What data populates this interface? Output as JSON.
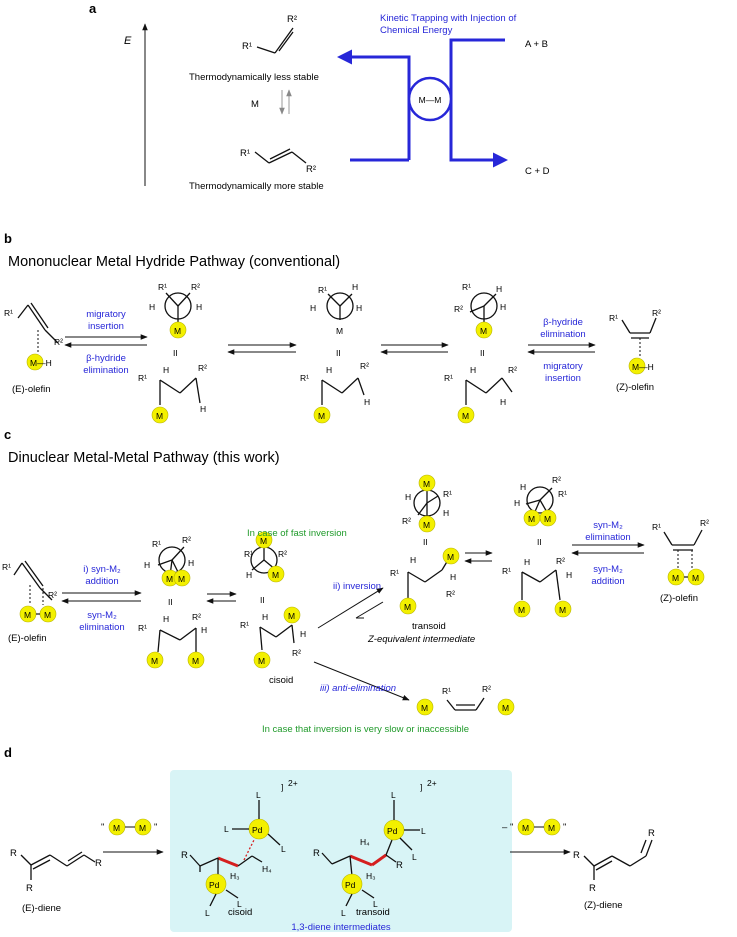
{
  "panel_a": {
    "letter": "a",
    "energy_axis": "E",
    "less_stable": "Thermodynamically less stable",
    "more_stable": "Thermodynamically more stable",
    "metal": "M",
    "kinetic_line1": "Kinetic Trapping with Injection of",
    "kinetic_line2": "Chemical Energy",
    "reactants": "A + B",
    "products": "C + D",
    "catalyst": "M—M",
    "r1": "R¹",
    "r2": "R²"
  },
  "panel_b": {
    "letter": "b",
    "heading": "Mononuclear Metal Hydride Pathway (conventional)",
    "e_olefin": "(E)-olefin",
    "z_olefin": "(Z)-olefin",
    "migratory_insertion_1": "migratory",
    "migratory_insertion_2": "insertion",
    "beta_elim_1": "β-hydride",
    "beta_elim_2": "elimination",
    "mh": "M—H",
    "equals": "II"
  },
  "panel_c": {
    "letter": "c",
    "heading": "Dinuclear Metal-Metal Pathway (this work)",
    "fast_inversion": "In case of fast inversion",
    "slow_inversion": "In case that inversion is very slow or inaccessible",
    "syn_addition_1": "i) syn-M₂",
    "syn_addition_2": "addition",
    "syn_elim_1": "syn-M₂",
    "syn_elim_2": "elimination",
    "inversion": "ii) inversion",
    "anti_elim": "iii) anti-elimination",
    "cisoid": "cisoid",
    "transoid": "transoid",
    "z_equiv": "Z-equivalent intermediate",
    "e_olefin": "(E)-olefin",
    "z_olefin": "(Z)-olefin",
    "syn_m2_elim_1": "syn-M₂",
    "syn_m2_elim_2": "elimination",
    "syn_m2_add_1": "syn-M₂",
    "syn_m2_add_2": "addition"
  },
  "panel_d": {
    "letter": "d",
    "e_diene": "(E)-diene",
    "z_diene": "(Z)-diene",
    "cisoid": "cisoid",
    "transoid": "transoid",
    "intermediates": "1,3-diene intermediates",
    "charge": "2+",
    "pd": "Pd",
    "ligand": "L",
    "r": "R",
    "h3": "H₃",
    "h4": "H₄",
    "minus": "–"
  }
}
